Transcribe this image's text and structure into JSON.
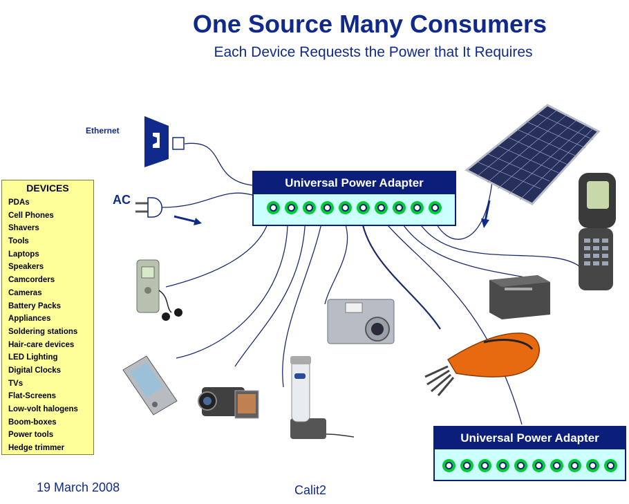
{
  "header": {
    "title": "One Source Many Consumers",
    "subtitle": "Each Device Requests the Power that It Requires"
  },
  "labels": {
    "ethernet": "Ethernet",
    "ac": "AC"
  },
  "devices": {
    "heading": "DEVICES",
    "items": [
      "PDAs",
      "Cell Phones",
      "Shavers",
      "Tools",
      "Laptops",
      "Speakers",
      "Camcorders",
      "Cameras",
      "Battery Packs",
      "Appliances",
      "Soldering stations",
      "Hair-care devices",
      "LED Lighting",
      "Digital Clocks",
      "TVs",
      "Flat-Screens",
      "Low-volt halogens",
      "Boom-boxes",
      "Power tools",
      "Hedge trimmer"
    ]
  },
  "adapter_main": {
    "label": "Universal Power Adapter",
    "port_count": 10
  },
  "adapter_secondary": {
    "label": "Universal Power Adapter",
    "port_count": 10
  },
  "footer": {
    "date": "19 March 2008",
    "org": "Calit2"
  },
  "colors": {
    "title": "#102a8c",
    "adapter_navy": "#0b1f7a",
    "adapter_fill": "#ccffff",
    "devices_fill": "#ffff99",
    "port_ring": "#00cc33"
  }
}
